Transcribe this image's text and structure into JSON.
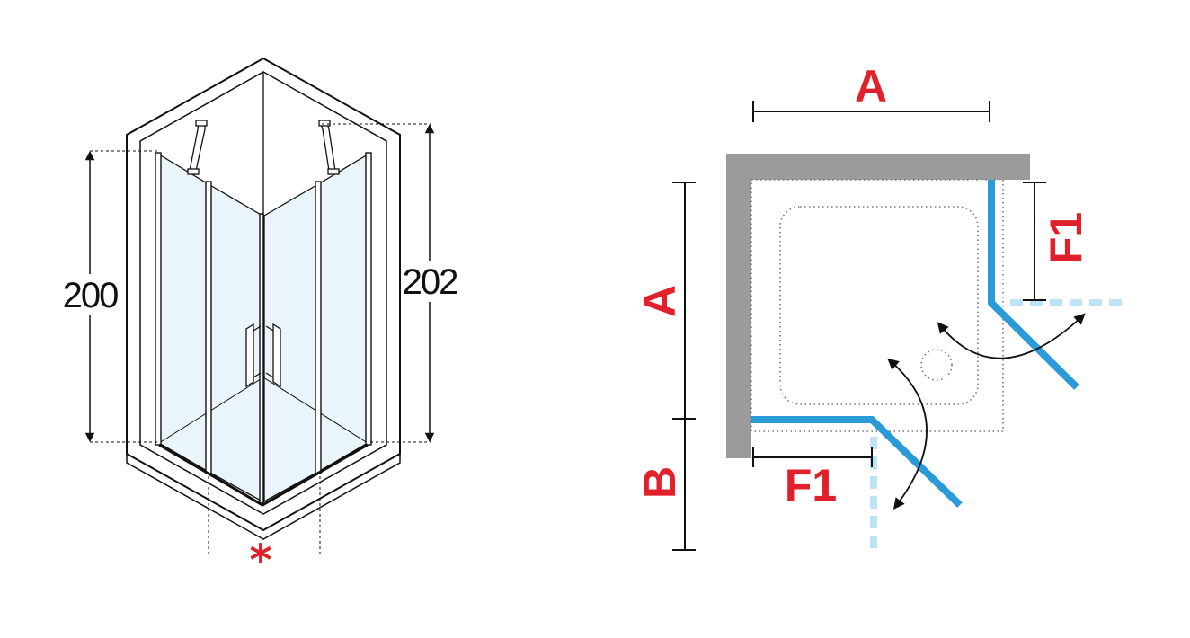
{
  "iso": {
    "height_left": "200",
    "height_right": "202",
    "asterisk": "*"
  },
  "plan": {
    "label_top": "A",
    "label_left_upper": "A",
    "label_left_lower": "B",
    "label_f1_bottom": "F1",
    "label_f1_right": "F1"
  },
  "colors": {
    "label": "#e0202a",
    "wall": "#9b9b9b",
    "door": "#2a9bd8",
    "door_open": "#bfe3f6",
    "glass": "#eaf4fb",
    "line": "#111111"
  }
}
